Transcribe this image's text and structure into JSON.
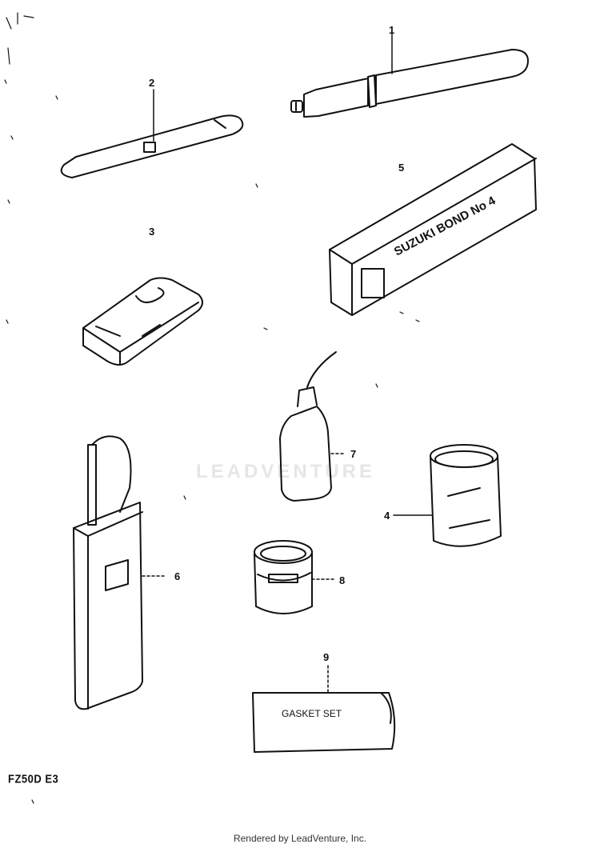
{
  "callouts": {
    "c1": "1",
    "c2": "2",
    "c3": "3",
    "c4": "4",
    "c5": "5",
    "c6": "6",
    "c7": "7",
    "c8": "8",
    "c9": "9"
  },
  "labels": {
    "bond_tube_text": "SUZUKI BOND No 4",
    "gasket_set_text": "GASKET SET"
  },
  "model_code": "FZ50D E3",
  "watermark": "LEADVENTURE",
  "footer": "Rendered by LeadVenture, Inc."
}
